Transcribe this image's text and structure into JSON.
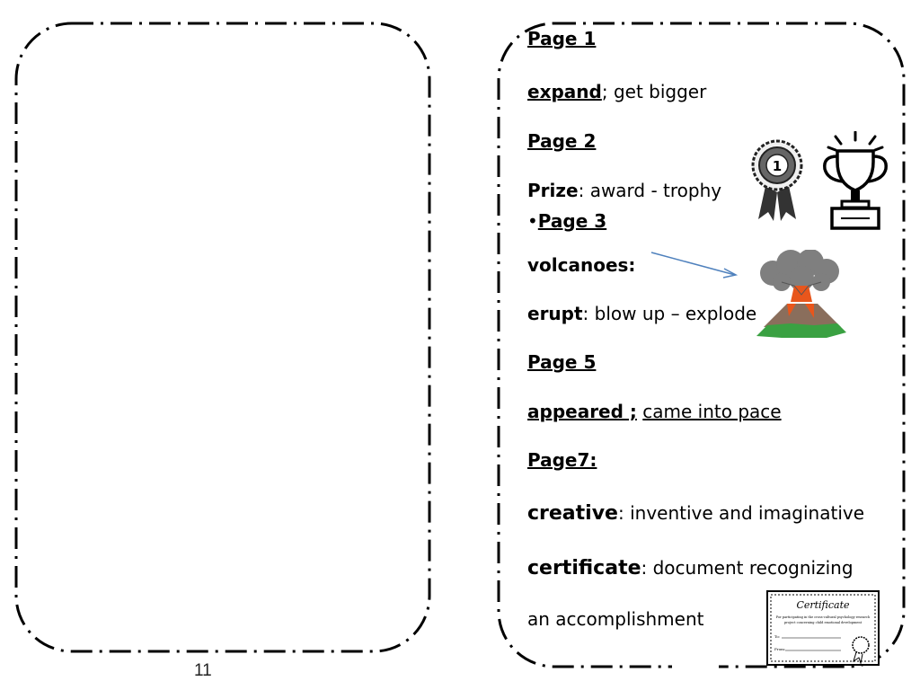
{
  "page_number": "11",
  "vocab": {
    "page1": "Page 1",
    "expand_word": "expand",
    "expand_def": "; get bigger",
    "page2": "Page 2",
    "prize_word": "Prize",
    "prize_def": ":  award - trophy",
    "bullet": "•",
    "page3": "Page 3",
    "volcanoes": "volcanoes:",
    "erupt_word": "erupt",
    "erupt_def": ": blow up – explode",
    "page5": "Page 5",
    "appeared_word": "appeared ;",
    "appeared_def": "came into pace",
    "page7": "Page7:",
    "creative_word": "creative",
    "creative_def": ": inventive and imaginative",
    "certificate_word": "certificate",
    "certificate_def": ": document recognizing",
    "accomplishment": "an accomplishment"
  },
  "images": {
    "ribbon": {
      "icon": "first-place-ribbon-icon",
      "number": "1"
    },
    "trophy": {
      "icon": "trophy-icon"
    },
    "volcano": {
      "icon": "erupting-volcano-icon"
    },
    "certificate": {
      "icon": "certificate-icon",
      "title": "Certificate",
      "line1": "For participating in the cross-cultural psychology research",
      "line2": "project concerning child emotional development",
      "to": "To:",
      "from": "From:"
    }
  },
  "colors": {
    "frame": "#000000",
    "arrow": "#4f81bd",
    "lava": "#e8561c",
    "smoke": "#7f7f7f",
    "grass": "#3aa142"
  }
}
